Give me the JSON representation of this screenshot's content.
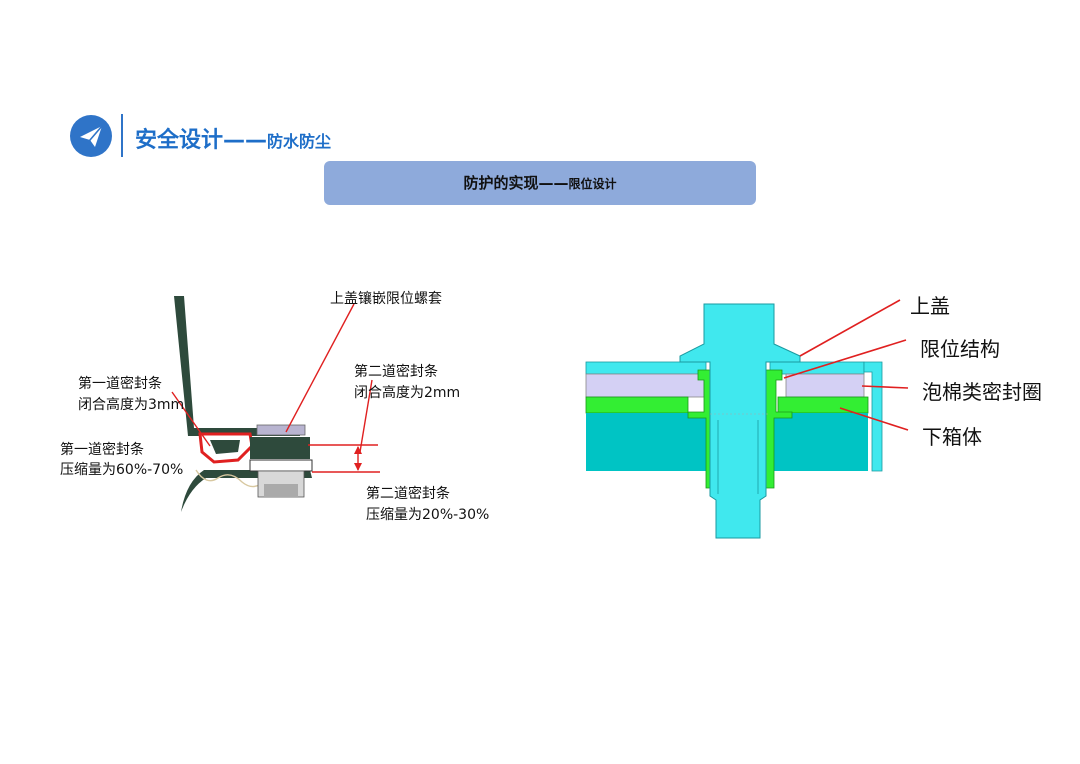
{
  "header": {
    "icon": "paper-plane-icon",
    "title_main": "安全设计——",
    "title_sub": "防水防尘"
  },
  "banner": {
    "title_main": "防护的实现——",
    "title_sub": "限位设计"
  },
  "left_diagram": {
    "labels": {
      "limit_sleeve": "上盖镶嵌限位螺套",
      "seal2_height_line1": "第二道密封条",
      "seal2_height_line2": "闭合高度为2mm",
      "seal1_height_line1": "第一道密封条",
      "seal1_height_line2": "闭合高度为3mm",
      "seal1_comp_line1": "第一道密封条",
      "seal1_comp_line2": "压缩量为60%-70%",
      "seal2_comp_line1": "第二道密封条",
      "seal2_comp_line2": "压缩量为20%-30%"
    }
  },
  "right_diagram": {
    "labels": {
      "upper_cover": "上盖",
      "limit_structure": "限位结构",
      "foam_seal": "泡棉类密封圈",
      "lower_box": "下箱体"
    }
  },
  "colors": {
    "accent_blue": "#1e6ec8",
    "banner_bg": "#8eaadb",
    "leader_red": "#e02020",
    "bolt_cyan": "#40e8ee",
    "box_teal": "#00c4c4",
    "limit_green": "#33ee33",
    "foam_lavender": "#d4d0f4",
    "frame_dark_green": "#2e4a3c"
  }
}
